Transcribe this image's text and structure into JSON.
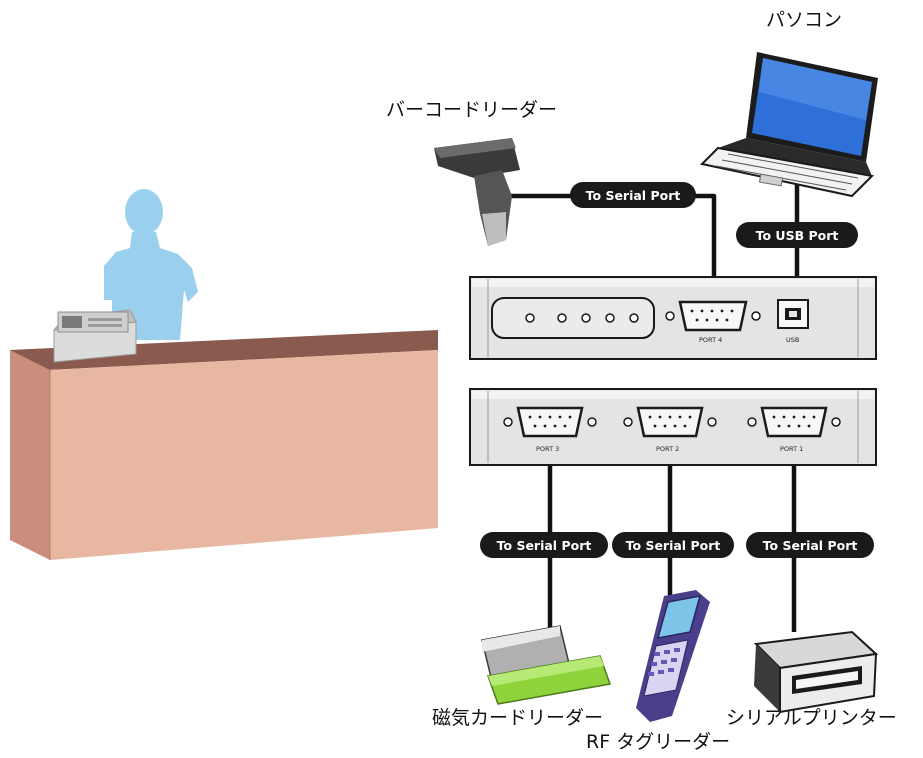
{
  "labels": {
    "pc": "パソコン",
    "barcode_reader": "バーコードリーダー",
    "magnetic_reader": "磁気カードリーダー",
    "rf_tag_reader": "RF タグリーダー",
    "serial_printer": "シリアルプリンター"
  },
  "connectors": {
    "barcode": "To Serial Port",
    "pc": "To USB Port",
    "magnetic": "To Serial Port",
    "rf": "To Serial Port",
    "printer": "To Serial Port"
  },
  "ports": {
    "port4": "PORT 4",
    "usb": "USB",
    "port3": "PORT 3",
    "port2": "PORT 2",
    "port1": "PORT 1"
  },
  "colors": {
    "cable": "#111111",
    "pill": "#1a1a1a",
    "person": "#9ad0ee",
    "counter_front": "#e7b7a2",
    "counter_top": "#8a5a4e",
    "counter_side": "#c98f7c",
    "hub_body": "#e4e4e4",
    "card_reader_green": "#8ed33b",
    "rf_purple": "#6a56b5"
  }
}
